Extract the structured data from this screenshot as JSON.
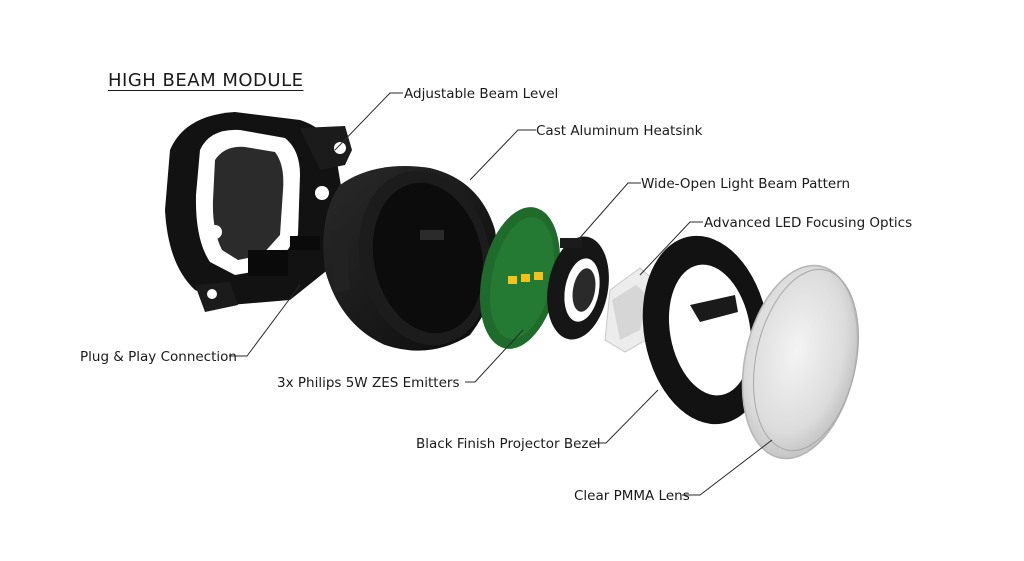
{
  "title": "HIGH BEAM MODULE",
  "labels": {
    "adjustable_beam_level": "Adjustable Beam Level",
    "cast_aluminum_heatsink": "Cast Aluminum Heatsink",
    "wide_open_light_beam_pattern": "Wide-Open Light Beam Pattern",
    "advanced_led_focusing_optics": "Advanced LED Focusing Optics",
    "plug_and_play_connection": "Plug & Play Connection",
    "philips_emitters": "3x Philips 5W ZES Emitters",
    "black_finish_projector_bezel": "Black Finish Projector Bezel",
    "clear_pmma_lens": "Clear PMMA Lens"
  },
  "colors": {
    "black_parts": "#141414",
    "pcb_green": "#1f6b2c",
    "led_yellow": "#f2c21b",
    "lens_gray": "#d8d8d8",
    "optics_white": "#ececec"
  }
}
